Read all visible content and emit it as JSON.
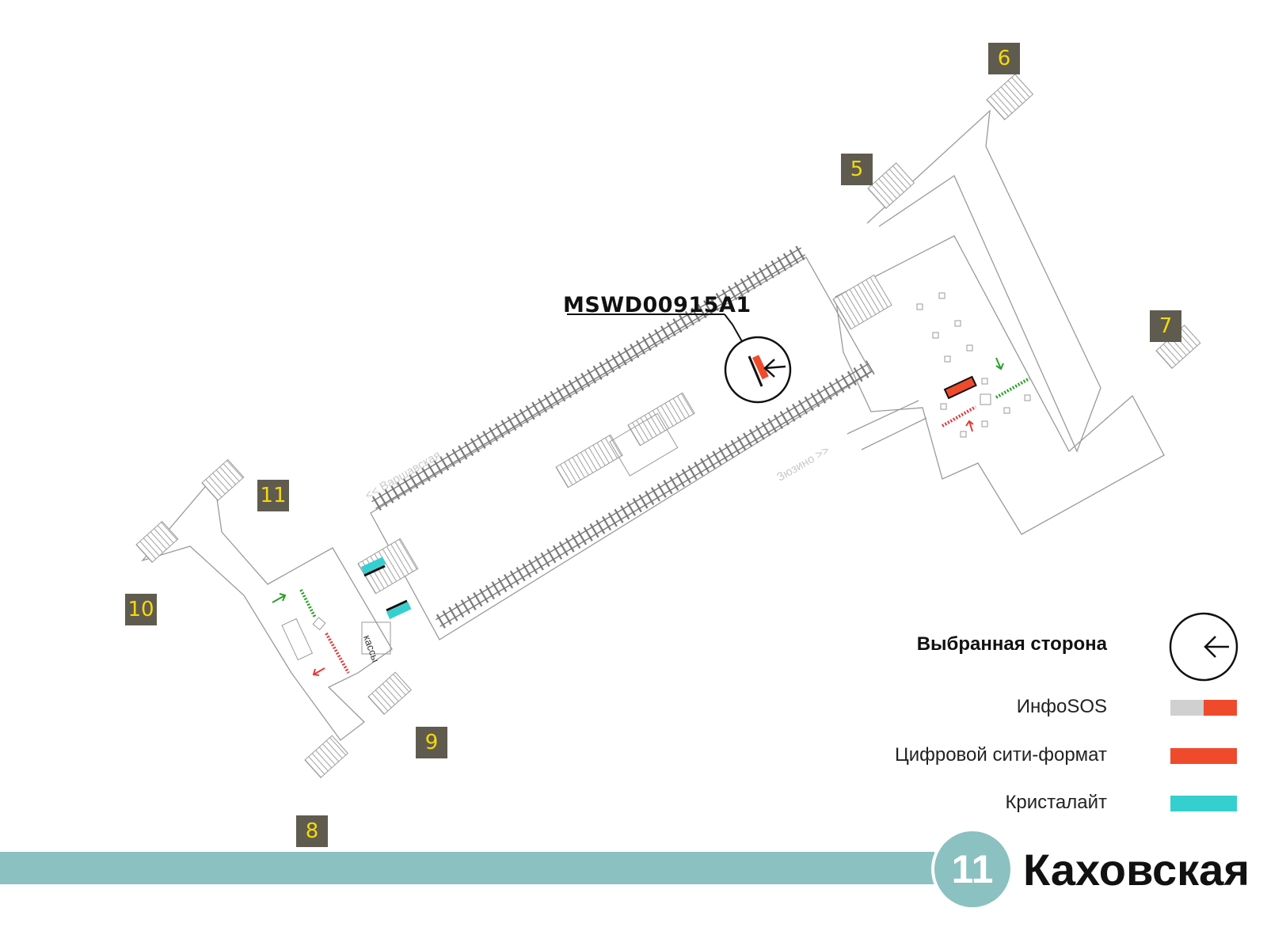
{
  "station": {
    "line_number": "11",
    "name": "Каховская",
    "line_color": "#8bc1c0"
  },
  "asset_code": "MSWD00915A1",
  "exits": [
    "6",
    "5",
    "7",
    "11",
    "10",
    "9",
    "8"
  ],
  "direction_labels": {
    "left": "<< Варшавская",
    "right": "Зюзино >>"
  },
  "kassy_label": "кассы",
  "legend": {
    "selected_side": "Выбранная сторона",
    "infosos": "ИнфоSOS",
    "digital_city": "Цифровой сити-формат",
    "cristalight": "Кристалайт"
  },
  "colors": {
    "accent_red": "#ef4a2c",
    "cyan": "#36cfcf",
    "green": "#2aa12a",
    "gray": "#d0d0d0",
    "badge_bg": "#5f5b4e",
    "badge_text": "#f5d90c"
  },
  "icons": {
    "selected_side": "arrow-left-icon"
  }
}
